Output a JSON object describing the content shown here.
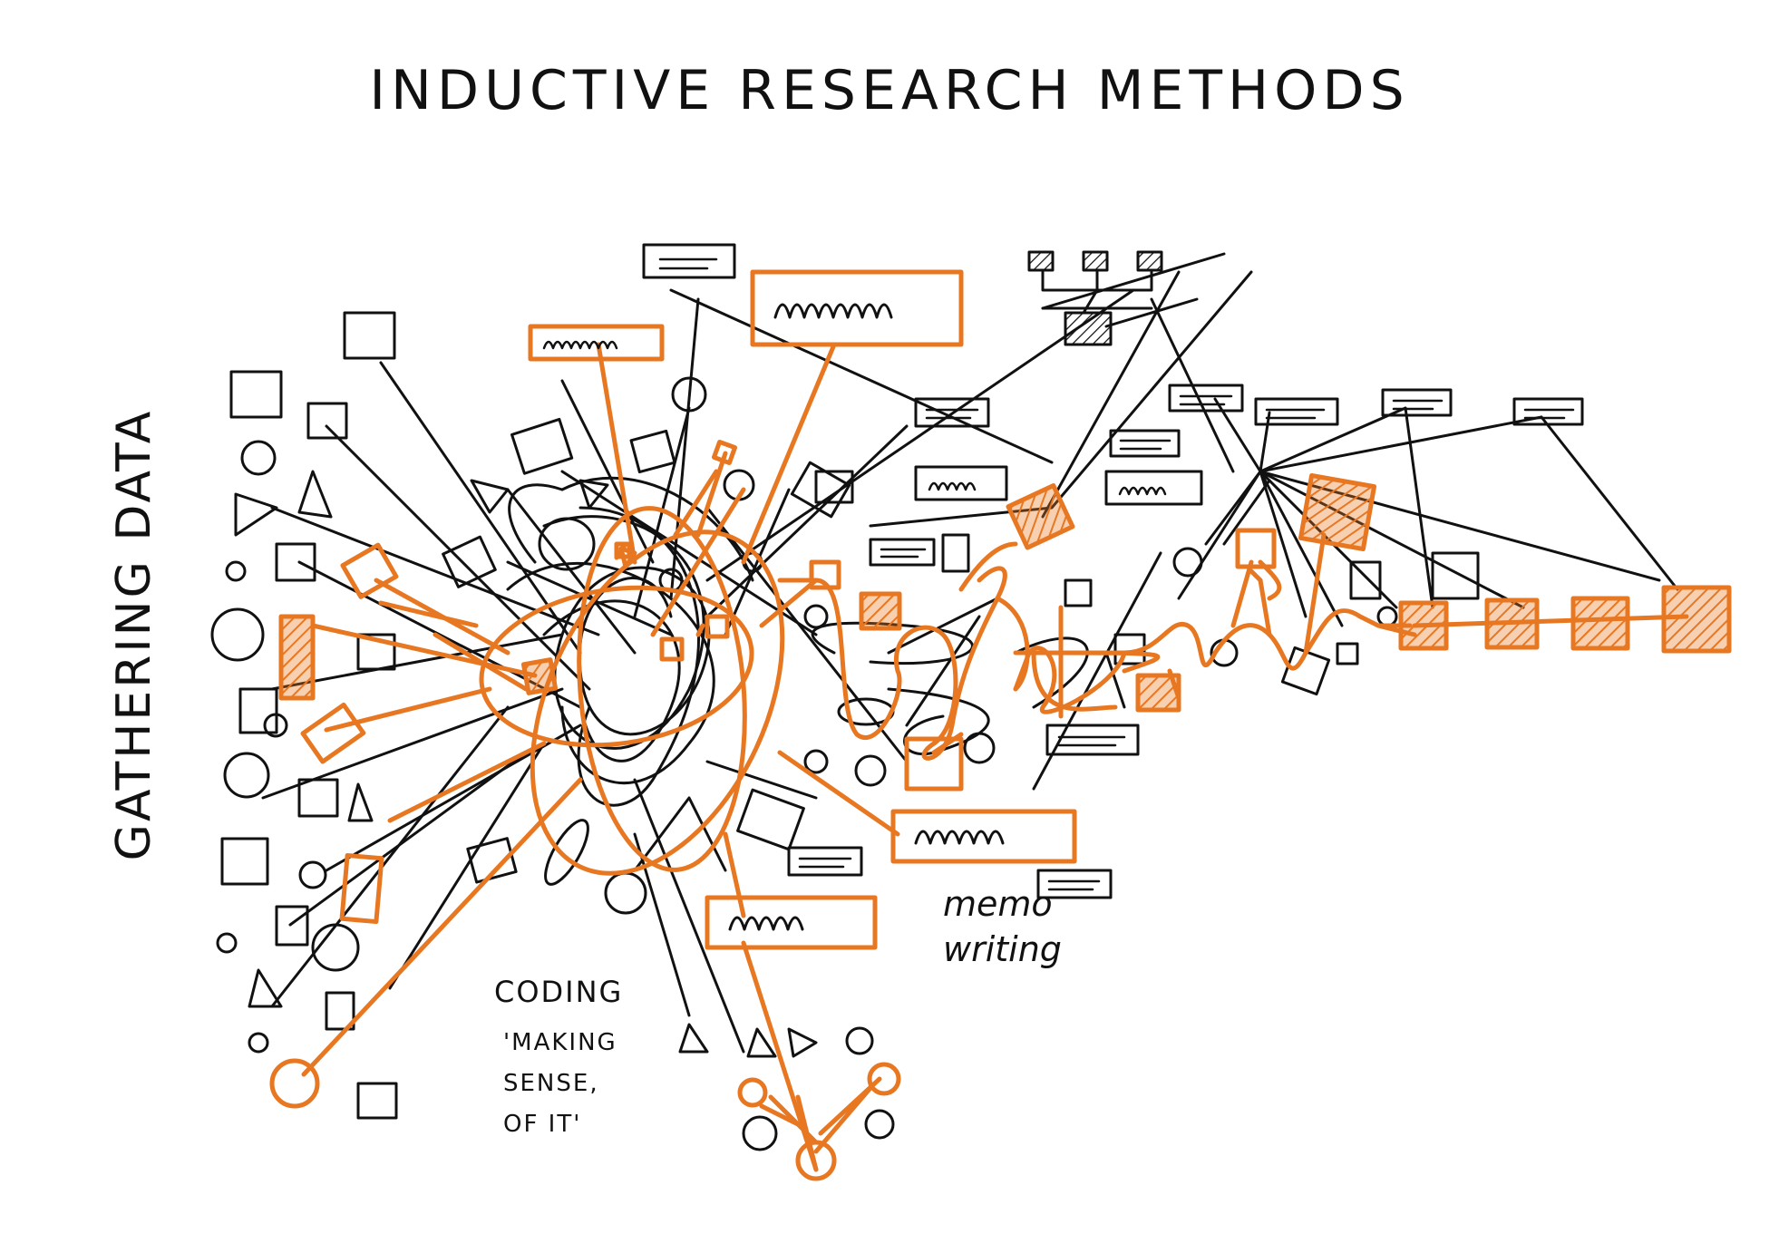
{
  "title": "INDUCTIVE RESEARCH METHODS",
  "side_label": "GATHERING DATA",
  "annotations": {
    "coding": [
      "CODING",
      "'MAKING",
      "SENSE,",
      "OF IT'"
    ],
    "memo": [
      "memo",
      "writing"
    ]
  },
  "colors": {
    "ink": "#111111",
    "accent": "#e87722",
    "background": "#ffffff"
  }
}
